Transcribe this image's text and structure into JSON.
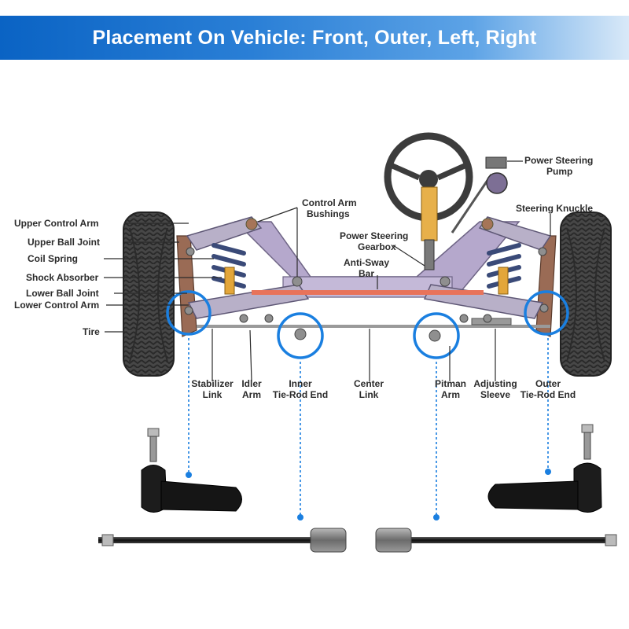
{
  "header": {
    "title": "Placement On Vehicle: Front, Outer, Left, Right"
  },
  "labels": {
    "upper_control_arm": "Upper Control Arm",
    "upper_ball_joint": "Upper Ball Joint",
    "coil_spring": "Coil Spring",
    "shock_absorber": "Shock Absorber",
    "lower_ball_joint": "Lower Ball Joint",
    "lower_control_arm": "Lower Control Arm",
    "tire": "Tire",
    "control_arm_bushings_1": "Control Arm",
    "control_arm_bushings_2": "Bushings",
    "power_steering_gearbox_1": "Power Steering",
    "power_steering_gearbox_2": "Gearbox",
    "anti_sway_bar_1": "Anti-Sway",
    "anti_sway_bar_2": "Bar",
    "power_steering_pump_1": "Power Steering",
    "power_steering_pump_2": "Pump",
    "steering_knuckle": "Steering Knuckle",
    "stabilizer_link_1": "Stabilizer",
    "stabilizer_link_2": "Link",
    "idler_arm_1": "Idler",
    "idler_arm_2": "Arm",
    "inner_tie_rod_end_1": "Inner",
    "inner_tie_rod_end_2": "Tie-Rod End",
    "center_link_1": "Center",
    "center_link_2": "Link",
    "pitman_arm_1": "Pitman",
    "pitman_arm_2": "Arm",
    "adjusting_sleeve_1": "Adjusting",
    "adjusting_sleeve_2": "Sleeve",
    "outer_tie_rod_end_1": "Outer",
    "outer_tie_rod_end_2": "Tie-Rod End"
  },
  "colors": {
    "banner": "#1f73cf",
    "highlight_ring": "#1a7fe0",
    "frame": "#b5a8cc",
    "sway_bar": "#e8735a",
    "tire": "#3d3d3d",
    "spring": "#3a4a78",
    "shock": "#e3a63a"
  }
}
